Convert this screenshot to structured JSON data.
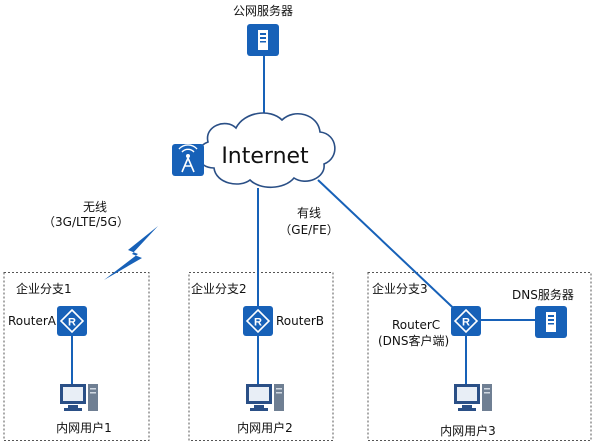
{
  "public_server": {
    "label": "公网服务器"
  },
  "internet": {
    "label": "Internet"
  },
  "wireless_link": {
    "line1": "无线",
    "line2": "（3G/LTE/5G）"
  },
  "wired_link": {
    "line1": "有线",
    "line2": "（GE/FE）"
  },
  "branches": [
    {
      "title": "企业分支1",
      "router": "RouterA",
      "user": "内网用户1"
    },
    {
      "title": "企业分支2",
      "router": "RouterB",
      "user": "内网用户2"
    },
    {
      "title": "企业分支3",
      "router": "RouterC",
      "router_sub": "(DNS客户端)",
      "user": "内网用户3"
    }
  ],
  "dns_server": {
    "label": "DNS服务器"
  },
  "colors": {
    "device_blue": "#1761b8",
    "cloud_stroke": "#2a4f86",
    "link_blue": "#1761b8"
  }
}
